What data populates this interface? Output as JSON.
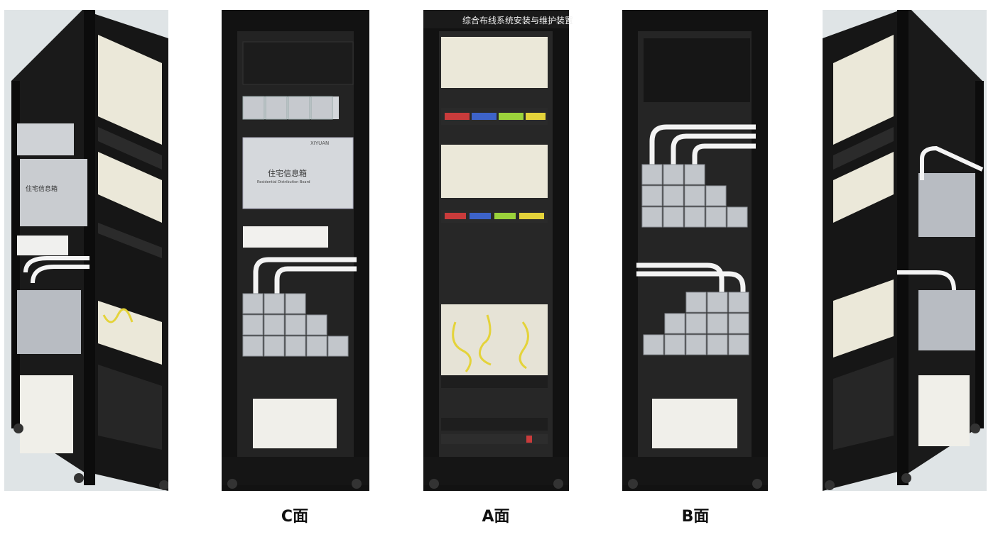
{
  "captions": {
    "c": "C面",
    "a": "A面",
    "b": "B面"
  },
  "rack_title": "综合布线系统安装与维护装置",
  "brand": "XIYUAN",
  "info_box": {
    "title": "住宅信息箱",
    "subtitle": "Residential Distribution Board"
  },
  "colors": {
    "frame": "#111111",
    "panel": "#e9e6d8",
    "background": "#dfe4e6",
    "cable_yellow": "#e4d33a",
    "port_green": "#9bd33b",
    "port_blue": "#3d63c9",
    "port_red": "#c93b3b"
  }
}
